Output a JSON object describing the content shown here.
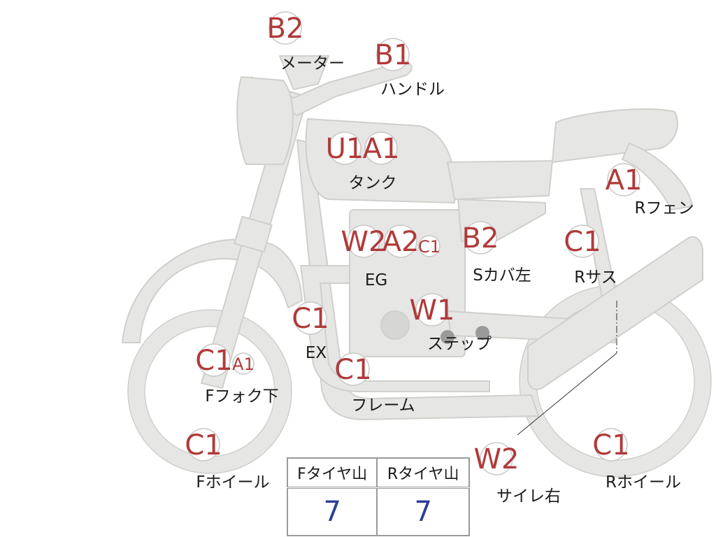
{
  "parts": [
    {
      "id": "meter",
      "label": "メーター",
      "grades": [
        "B2"
      ]
    },
    {
      "id": "handle",
      "label": "ハンドル",
      "grades": [
        "B1"
      ]
    },
    {
      "id": "tank",
      "label": "タンク",
      "grades": [
        "U1",
        "A1"
      ]
    },
    {
      "id": "r-fender",
      "label": "Rフェン",
      "grades": [
        "A1"
      ]
    },
    {
      "id": "engine",
      "label": "EG",
      "grades": [
        "W2",
        "A2",
        "C1"
      ]
    },
    {
      "id": "s-cover-left",
      "label": "Sカバ左",
      "grades": [
        "B2"
      ]
    },
    {
      "id": "r-suspension",
      "label": "Rサス",
      "grades": [
        "C1"
      ]
    },
    {
      "id": "exhaust",
      "label": "EX",
      "grades": [
        "C1"
      ]
    },
    {
      "id": "step",
      "label": "ステップ",
      "grades": [
        "W1"
      ]
    },
    {
      "id": "f-fork-lower",
      "label": "Fフォク下",
      "grades": [
        "C1",
        "A1"
      ]
    },
    {
      "id": "frame",
      "label": "フレーム",
      "grades": [
        "C1"
      ]
    },
    {
      "id": "f-wheel",
      "label": "Fホイール",
      "grades": [
        "C1"
      ]
    },
    {
      "id": "muffler-right",
      "label": "サイレ右",
      "grades": [
        "W2"
      ]
    },
    {
      "id": "r-wheel",
      "label": "Rホイール",
      "grades": [
        "C1"
      ]
    }
  ],
  "tire_table": {
    "headers": [
      "Fタイヤ山",
      "Rタイヤ山"
    ],
    "values": [
      "7",
      "7"
    ]
  },
  "colors": {
    "body_fill": "#e6e6e4",
    "body_stroke": "#cfcfcc",
    "grade_text": "#b03a3a",
    "tire_value": "#2c3f94"
  }
}
